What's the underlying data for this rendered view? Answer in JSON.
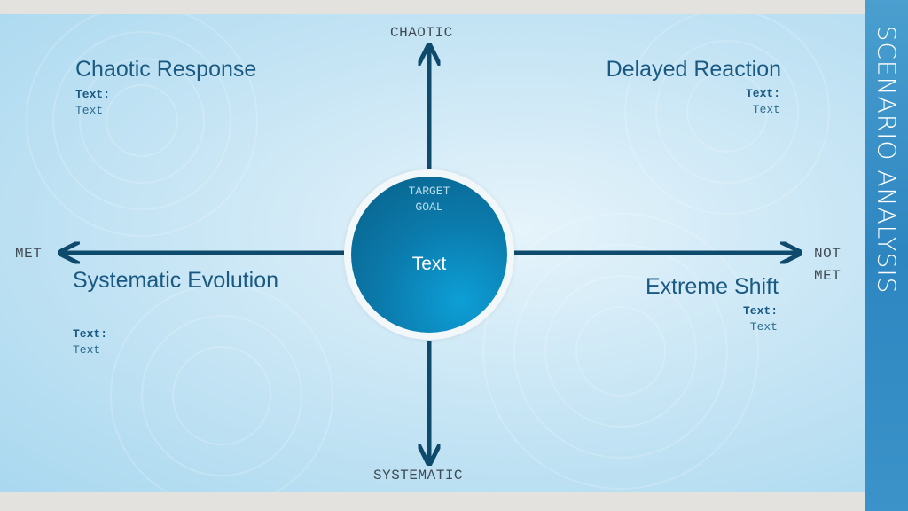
{
  "sidebar": {
    "title": "SCENARIO ANALYSIS"
  },
  "axes": {
    "top": "CHAOTIC",
    "bottom": "SYSTEMATIC",
    "left": "MET",
    "right_line1": "NOT",
    "right_line2": "MET"
  },
  "center": {
    "sub_line1": "TARGET",
    "sub_line2": "GOAL",
    "text": "Text"
  },
  "quadrants": {
    "top_left": {
      "title": "Chaotic Response",
      "key": "Text:",
      "value": "Text"
    },
    "top_right": {
      "title": "Delayed Reaction",
      "key": "Text:",
      "value": "Text"
    },
    "bottom_left": {
      "title": "Systematic Evolution",
      "key": "Text:",
      "value": "Text"
    },
    "bottom_right": {
      "title": "Extreme Shift",
      "key": "Text:",
      "value": "Text"
    }
  },
  "colors": {
    "axis": "#0e4a6b",
    "circle": "#0b7cae",
    "sidebar": "#2e86c1",
    "title": "#1a5a82"
  }
}
